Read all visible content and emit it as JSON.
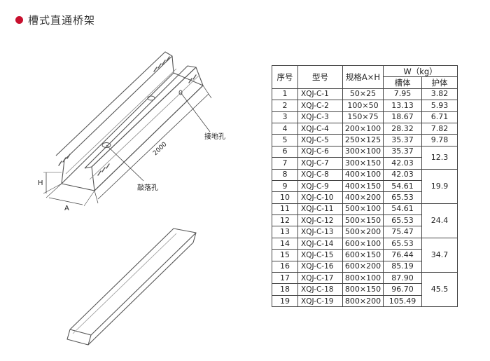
{
  "title": "槽式直通桥架",
  "colors": {
    "bullet": "#c8102e",
    "line": "#444444"
  },
  "drawing": {
    "label_ground_hole": "接地孔",
    "label_drain_hole": "敲落孔",
    "label_length": "2000",
    "label_A": "A",
    "label_H": "H"
  },
  "table": {
    "headers": {
      "index": "序号",
      "model": "型号",
      "spec": "规格A×H",
      "weight": "W（kg）",
      "trough": "槽体",
      "cover": "护体"
    },
    "rows": [
      {
        "no": "1",
        "model": "XQJ-C-1",
        "spec": "50×25",
        "trough": "7.95",
        "cover": "3.82"
      },
      {
        "no": "2",
        "model": "XQJ-C-2",
        "spec": "100×50",
        "trough": "13.13",
        "cover": "5.93"
      },
      {
        "no": "3",
        "model": "XQJ-C-3",
        "spec": "150×75",
        "trough": "18.67",
        "cover": "6.71"
      },
      {
        "no": "4",
        "model": "XQJ-C-4",
        "spec": "200×100",
        "trough": "28.32",
        "cover": "7.82"
      },
      {
        "no": "5",
        "model": "XQJ-C-5",
        "spec": "250×125",
        "trough": "35.37",
        "cover": "9.78"
      },
      {
        "no": "6",
        "model": "XQJ-C-6",
        "spec": "300×100",
        "trough": "35.37"
      },
      {
        "no": "7",
        "model": "XQJ-C-7",
        "spec": "300×150",
        "trough": "42.03"
      },
      {
        "no": "8",
        "model": "XQJ-C-8",
        "spec": "400×100",
        "trough": "42.03"
      },
      {
        "no": "9",
        "model": "XQJ-C-9",
        "spec": "400×150",
        "trough": "54.61"
      },
      {
        "no": "10",
        "model": "XQJ-C-10",
        "spec": "400×200",
        "trough": "65.53"
      },
      {
        "no": "11",
        "model": "XQJ-C-11",
        "spec": "500×100",
        "trough": "54.61"
      },
      {
        "no": "12",
        "model": "XQJ-C-12",
        "spec": "500×150",
        "trough": "65.53"
      },
      {
        "no": "13",
        "model": "XQJ-C-13",
        "spec": "500×200",
        "trough": "75.47"
      },
      {
        "no": "14",
        "model": "XQJ-C-14",
        "spec": "600×100",
        "trough": "65.53"
      },
      {
        "no": "15",
        "model": "XQJ-C-15",
        "spec": "600×150",
        "trough": "76.44"
      },
      {
        "no": "16",
        "model": "XQJ-C-16",
        "spec": "600×200",
        "trough": "85.19"
      },
      {
        "no": "17",
        "model": "XQJ-C-17",
        "spec": "800×100",
        "trough": "87.90"
      },
      {
        "no": "18",
        "model": "XQJ-C-18",
        "spec": "800×150",
        "trough": "96.70"
      },
      {
        "no": "19",
        "model": "XQJ-C-19",
        "spec": "800×200",
        "trough": "105.49"
      }
    ],
    "cover_groups": [
      {
        "value": "12.3",
        "start": 6,
        "end": 7
      },
      {
        "value": "19.9",
        "start": 8,
        "end": 10
      },
      {
        "value": "24.4",
        "start": 11,
        "end": 13
      },
      {
        "value": "34.7",
        "start": 14,
        "end": 16
      },
      {
        "value": "45.5",
        "start": 17,
        "end": 19
      }
    ]
  }
}
